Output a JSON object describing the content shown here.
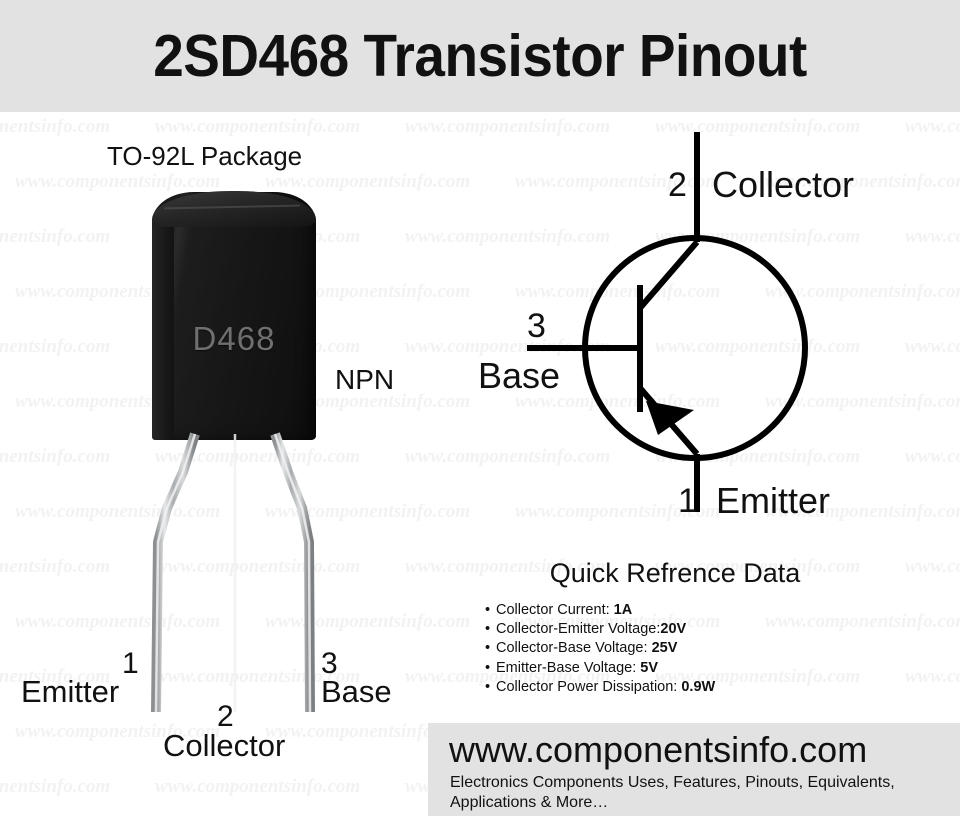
{
  "header": {
    "title": "2SD468 Transistor Pinout",
    "background_color": "#e2e2e2"
  },
  "package_figure": {
    "package_label": "TO-92L Package",
    "type_label": "NPN",
    "body_marking": "D468",
    "body_color": "#141414",
    "marking_color": "#6f6f6f",
    "lead_color": "#b9bcbe",
    "pins": [
      {
        "number": "1",
        "name": "Emitter"
      },
      {
        "number": "2",
        "name": "Collector"
      },
      {
        "number": "3",
        "name": "Base"
      }
    ]
  },
  "schematic": {
    "symbol": "npn-bjt",
    "stroke_color": "#000000",
    "terminals": [
      {
        "number": "2",
        "name": "Collector"
      },
      {
        "number": "3",
        "name": "Base"
      },
      {
        "number": "1",
        "name": "Emitter"
      }
    ]
  },
  "quick_reference": {
    "title": "Quick Refrence Data",
    "items": [
      {
        "label": "Collector Current: ",
        "value": "1A"
      },
      {
        "label": "Collector-Emitter Voltage:",
        "value": "20V"
      },
      {
        "label": "Collector-Base Voltage: ",
        "value": "25V"
      },
      {
        "label": "Emitter-Base Voltage: ",
        "value": "5V"
      },
      {
        "label": "Collector Power Dissipation: ",
        "value": "0.9W"
      }
    ]
  },
  "footer": {
    "url": "www.componentsinfo.com",
    "tagline_line1": "Electronics Components Uses, Features, Pinouts, Equivalents,",
    "tagline_line2": "Applications & More…",
    "background_color": "#e2e2e2"
  },
  "watermark": {
    "text": "www.componentsinfo.com",
    "color": "#f2f2f2"
  }
}
